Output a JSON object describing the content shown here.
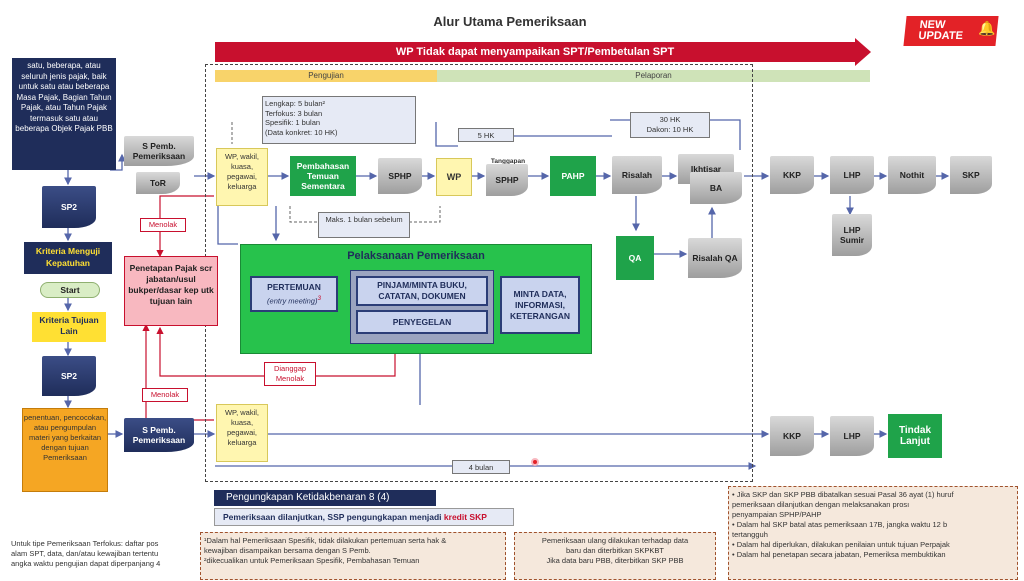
{
  "title": "Alur Utama Pemeriksaan",
  "badge": {
    "line1": "NEW",
    "line2": "UPDATE"
  },
  "banner": "WP Tidak dapat menyampaikan SPT/Pembetulan SPT",
  "phases": {
    "pengujian": "Pengujian",
    "pelaporan": "Pelaporan"
  },
  "left": {
    "scope_text": "satu, beberapa, atau seluruh jenis pajak, baik untuk satu atau beberapa Masa Pajak, Bagian Tahun Pajak, atau Tahun Pajak termasuk satu atau beberapa Objek Pajak PBB",
    "sp2_top": "SP2",
    "kriteria_menguji": "Kriteria Menguji Kepatuhan",
    "start": "Start",
    "kriteria_lain": "Kriteria Tujuan Lain",
    "sp2_bottom": "SP2",
    "purpose_text": "penentuan, pencocokan, atau pengumpulan materi yang berkaitan dengan tujuan Pemeriksaan"
  },
  "top_flow": {
    "s_pemb": "S Pemb. Pemeriksaan",
    "tor": "ToR",
    "wp_list": "WP, wakil, kuasa, pegawai, keluarga",
    "pembahasan": "Pembahasan Temuan Sementara",
    "sphp": "SPHP",
    "wp": "WP",
    "tanggapan": "Tanggapan",
    "sphp2": "SPHP",
    "pahp": "PAHP",
    "risalah": "Risalah",
    "ikhtisar": "Ikhtisar",
    "ba": "BA",
    "qa": "QA",
    "risalah_qa": "Risalah QA"
  },
  "notes": {
    "durations": [
      "Lengkap: 5 bulan²",
      "Terfokus: 3 bulan",
      "Spesifik: 1 bulan",
      "(Data konkret: 10 HK)"
    ],
    "hk5": "5 HK",
    "hk30": "30 HK",
    "dakon": "Dakon: 10 HK",
    "maks": "Maks. 1 bulan sebelum",
    "empat_bulan": "4 bulan"
  },
  "red_labels": {
    "menolak1": "Menolak",
    "menolak2": "Menolak",
    "dianggap": "Dianggap Menolak"
  },
  "penetapan": "Penetapan Pajak scr jabatan/usul bukper/dasar kep utk tujuan lain",
  "pelaksanaan": {
    "title": "Pelaksanaan Pemeriksaan",
    "pertemuan": "PERTEMUAN",
    "entry": "(entry meeting)",
    "entry_sup": "3",
    "pinjam": "PINJAM/MINTA BUKU, CATATAN, DOKUMEN",
    "penyegelan": "PENYEGELAN",
    "minta_data": "MINTA DATA, INFORMASI, KETERANGAN"
  },
  "right_flow": {
    "kkp": "KKP",
    "lhp": "LHP",
    "nothit": "Nothit",
    "skp": "SKP",
    "lhp_sumir": "LHP Sumir",
    "kkp2": "KKP",
    "lhp2": "LHP",
    "tindak": "Tindak Lanjut"
  },
  "bottom_flow": {
    "s_pemb": "S Pemb. Pemeriksaan",
    "wp_list": "WP, wakil, kuasa, pegawai, keluarga"
  },
  "pengungkapan": {
    "title": "Pengungkapan Ketidakbenaran 8 (4)",
    "text_prefix": "Pemeriksaan dilanjutkan, SSP pengungkapan menjadi ",
    "text_highlight": "kredit SKP"
  },
  "bottom_notes": {
    "n1_lines": [
      "Untuk tipe Pemeriksaan Terfokus: daftar pos",
      "alam SPT, data, dan/atau kewajiban tertentu",
      "angka waktu pengujian dapat diperpanjang 4"
    ],
    "n2_lines": [
      "¹Dalam hal Pemeriksaan Spesifik, tidak dilakukan pertemuan serta hak &",
      "kewajiban disampaikan bersama dengan S Pemb.",
      "²dikecualikan untuk Pemeriksaan Spesifik, Pembahasan Temuan"
    ],
    "n3_lines": [
      "Pemeriksaan ulang dilakukan terhadap data",
      "baru dan diterbitkan SKPKBT",
      "Jika data baru PBB, diterbitkan SKP PBB"
    ],
    "n4_lines": [
      "• Jika SKP dan SKP PBB dibatalkan sesuai Pasal 36 ayat (1) huruf",
      "  pemeriksaan dilanjutkan dengan melaksanakan prosı",
      "  penyampaian SPHP/PAHP",
      "• Dalam hal SKP batal atas pemeriksaan 17B, jangka waktu 12 b",
      "  tertangguh",
      "• Dalam hal diperlukan, dilakukan penilaian untuk tujuan Perpajak",
      "• Dalam hal penetapan secara jabatan, Pemeriksa membuktikan"
    ]
  },
  "colors": {
    "navy": "#1f2d5a",
    "red": "#c8102e",
    "green": "#27c24c",
    "yellow": "#fff6b0"
  }
}
